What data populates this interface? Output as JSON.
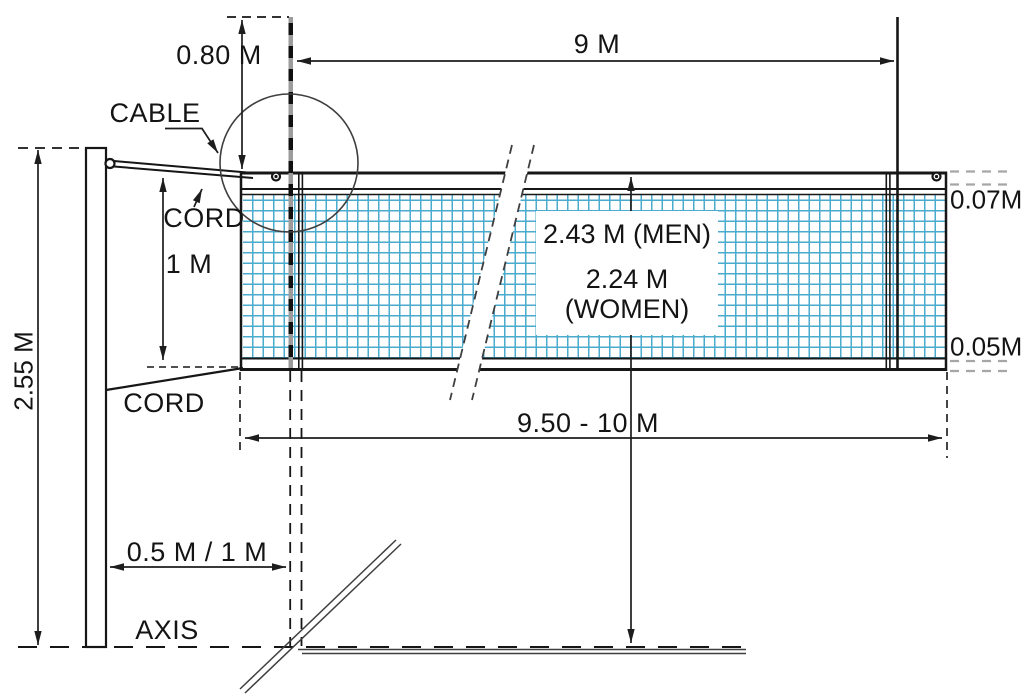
{
  "diagram": {
    "title": "Volleyball net and posts specification side-view diagram",
    "labels": {
      "dim_antenna_above": "0.80 M",
      "dim_court_width": "9 M",
      "cable": "CABLE",
      "cord_upper": "CORD",
      "dim_net_height_band": "1 M",
      "dim_post_height": "2.55 M",
      "cord_lower": "CORD",
      "height_men": "2.43 M (MEN)",
      "height_women_value": "2.24 M",
      "height_women_suffix": "(WOMEN)",
      "band_top": "0.07M",
      "band_bottom": "0.05M",
      "dim_net_length": "9.50 - 10 M",
      "dim_post_offset": "0.5 M / 1 M",
      "axis": "AXIS"
    },
    "colors": {
      "mesh": "#4aabce",
      "line": "#161616",
      "light_dash": "#a6a6a6"
    }
  }
}
